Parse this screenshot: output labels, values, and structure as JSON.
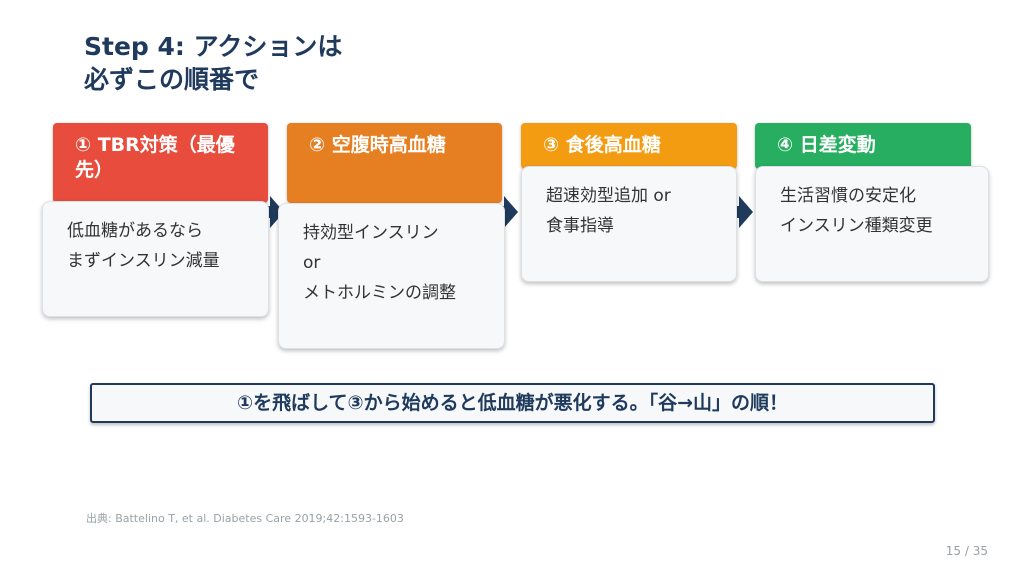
{
  "title": {
    "line1": "Step 4: アクションは",
    "line2": "必ずこの順番で"
  },
  "steps": [
    {
      "header": "① TBR対策（最優先）",
      "lines": [
        "低血糖があるなら",
        "まずインスリン減量"
      ],
      "color": "#e84c3d"
    },
    {
      "header": "② 空腹時高血糖",
      "lines": [
        "持効型インスリン",
        "or",
        "メトホルミンの調整"
      ],
      "color": "#e67e22"
    },
    {
      "header": "③ 食後高血糖",
      "lines": [
        "超速効型追加 or",
        "食事指導"
      ],
      "color": "#f39c12"
    },
    {
      "header": "④ 日差変動",
      "lines": [
        "生活習慣の安定化",
        "インスリン種類変更"
      ],
      "color": "#27ae60"
    }
  ],
  "callout": "①を飛ばして③から始めると低血糖が悪化する。「谷→山」の順！",
  "source": "出典: Battelino T, et al. Diabetes Care 2019;42:1593-1603",
  "page": "15 / 35"
}
